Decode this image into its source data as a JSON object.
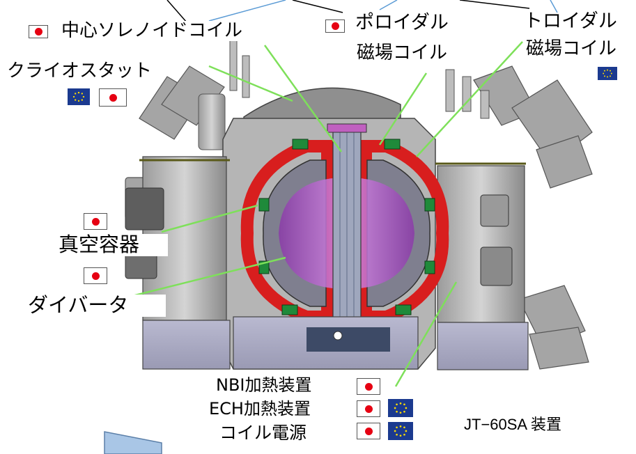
{
  "labels": {
    "central_solenoid": "中心ソレノイドコイル",
    "poloidal_coil_line1": "ポロイダル",
    "poloidal_coil_line2": "磁場コイル",
    "toroidal_coil_line1": "トロイダル",
    "toroidal_coil_line2": "磁場コイル",
    "cryostat": "クライオスタット",
    "vacuum_vessel": "真空容器",
    "divertor": "ダイバータ",
    "nbi": "NBI加熱装置",
    "ech": "ECH加熱装置",
    "coil_power": "コイル電源"
  },
  "caption": "JT−60SA 装置",
  "colors": {
    "japan_flag_red": "#e60012",
    "eu_flag_blue": "#1b3a8f",
    "eu_star_yellow": "#ffdd00",
    "leader_green": "#7ee05a",
    "leader_blue": "#5b9bd5",
    "coil_red": "#d81e1e",
    "plasma_magenta": "#b050c8"
  }
}
